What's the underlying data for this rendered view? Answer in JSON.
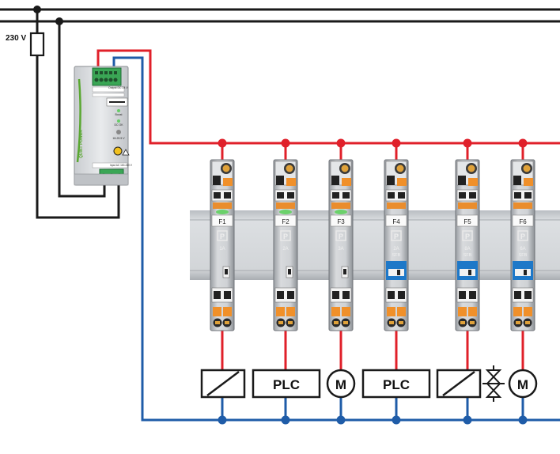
{
  "supply": {
    "voltage_label": "230 V",
    "psu_brand": "QUINT POWER",
    "psu_output_label": "Output DC 24 V",
    "psu_input_label": "Input AC 100-240 V",
    "psu_voltage_range": "18-29.5 V",
    "psu_dc_ok": "DC OK",
    "psu_boost": "Boost"
  },
  "breakers": [
    {
      "tag": "F1",
      "rating": "1A",
      "style": "grey"
    },
    {
      "tag": "F2",
      "rating": "2A",
      "style": "grey"
    },
    {
      "tag": "F3",
      "rating": "3A",
      "style": "grey"
    },
    {
      "tag": "F4",
      "rating": "2A",
      "sub": "SFB",
      "style": "blue"
    },
    {
      "tag": "F5",
      "rating": "8A",
      "sub": "SFB",
      "style": "blue"
    },
    {
      "tag": "F6",
      "rating": "6A",
      "sub": "SFB",
      "style": "blue"
    }
  ],
  "loads": {
    "plc_1": "PLC",
    "plc_2": "PLC",
    "motor_1": "M",
    "motor_2": "M"
  },
  "colors": {
    "positive_bus": "#e0202a",
    "negative_bus": "#1f5ca8",
    "ac_line": "#1a1a1a",
    "rail": "#c9ccd0",
    "blue_module": "#1e78c8",
    "orange_terminal": "#f0902a"
  }
}
